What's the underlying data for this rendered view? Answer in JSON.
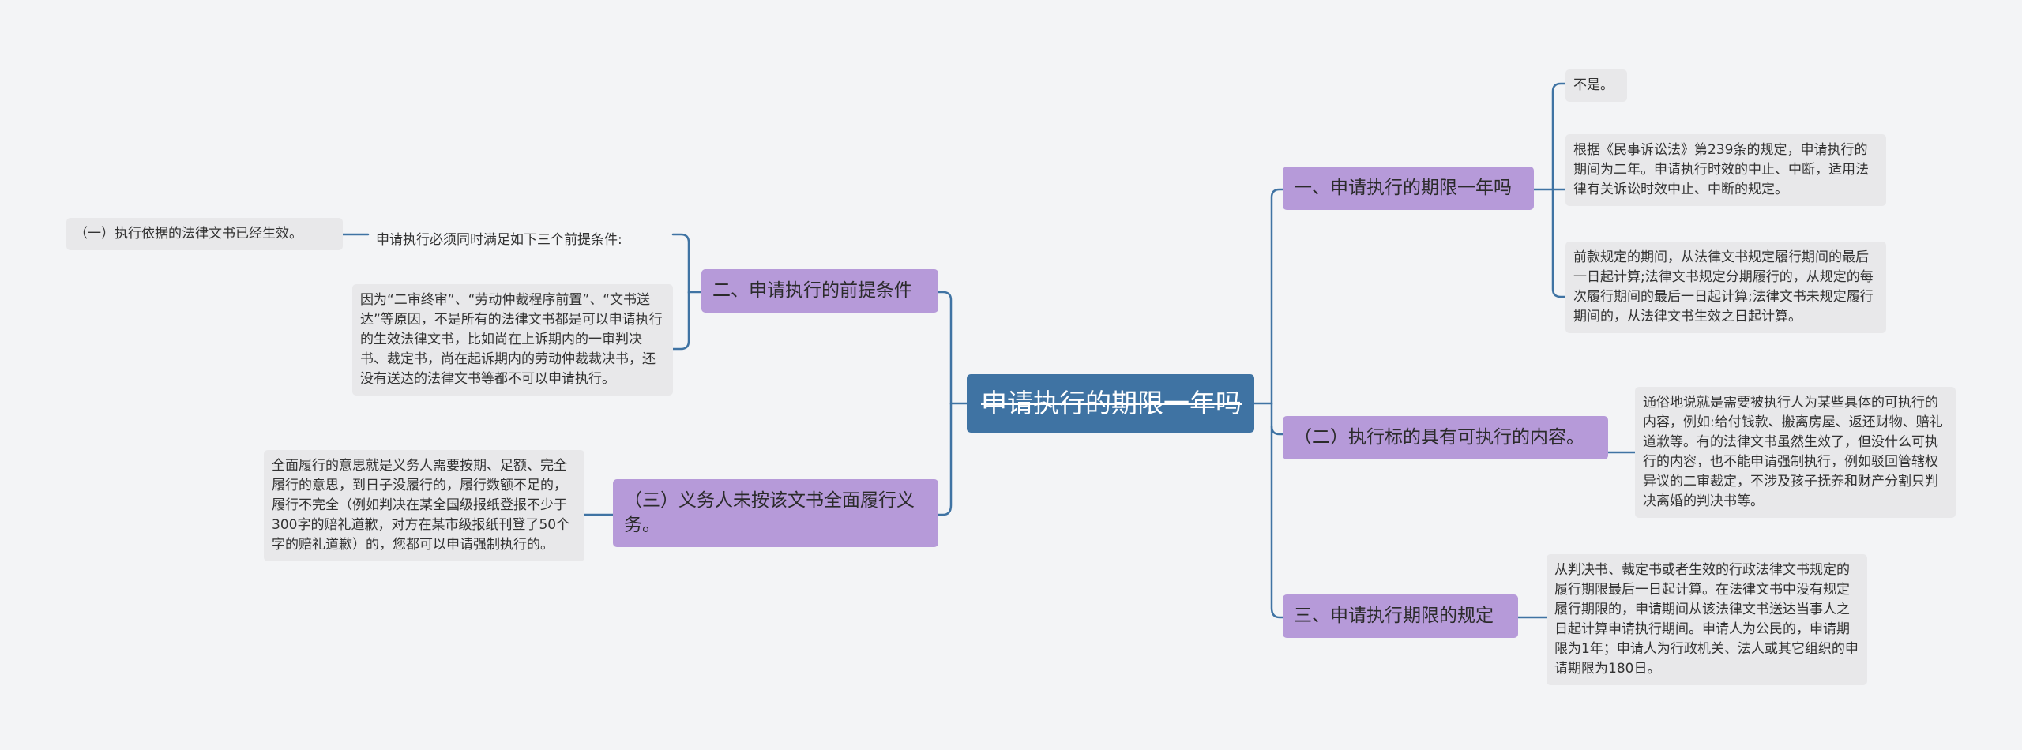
{
  "root": {
    "label": "申请执行的期限一年吗"
  },
  "branches": {
    "b1": "一、申请执行的期限一年吗",
    "b2": "二、申请执行的前提条件",
    "b3": "（三）义务人未按该文书全面履行义务。",
    "b4": "（二）执行标的具有可执行的内容。",
    "b5": "三、申请执行期限的规定"
  },
  "leaves": {
    "l1": "不是。",
    "l2": "根据《民事诉讼法》第239条的规定，申请执行的期间为二年。申请执行时效的中止、中断，适用法律有关诉讼时效中止、中断的规定。",
    "l3": "前款规定的期间，从法律文书规定履行期间的最后一日起计算;法律文书规定分期履行的，从规定的每次履行期间的最后一日起计算;法律文书未规定履行期间的，从法律文书生效之日起计算。",
    "l4": "申请执行必须同时满足如下三个前提条件:",
    "l4a": "（一）执行依据的法律文书已经生效。",
    "l5": "因为“二审终审”、“劳动仲裁程序前置”、“文书送达”等原因，不是所有的法律文书都是可以申请执行的生效法律文书，比如尚在上诉期内的一审判决书、裁定书，尚在起诉期内的劳动仲裁裁决书，还没有送达的法律文书等都不可以申请执行。",
    "l6": "全面履行的意思就是义务人需要按期、足额、完全履行的意思，到日子没履行的，履行数额不足的，履行不完全（例如判决在某全国级报纸登报不少于300字的赔礼道歉，对方在某市级报纸刊登了50个字的赔礼道歉）的，您都可以申请强制执行的。",
    "l7": "通俗地说就是需要被执行人为某些具体的可执行的内容，例如:给付钱款、搬离房屋、返还财物、赔礼道歉等。有的法律文书虽然生效了，但没什么可执行的内容，也不能申请强制执行，例如驳回管辖权异议的二审裁定，不涉及孩子抚养和财产分割只判决离婚的判决书等。",
    "l8": "从判决书、裁定书或者生效的行政法律文书规定的履行期限最后一日起计算。在法律文书中没有规定履行期限的，申请期间从该法律文书送达当事人之日起计算申请执行期间。申请人为公民的，申请期限为1年；申请人为行政机关、法人或其它组织的申请期限为180日。"
  },
  "colors": {
    "background": "#f3f4f6",
    "root": "#3f73a3",
    "branch": "#b69ad9",
    "leaf": "#e8e8ea",
    "connector": "#3f73a3"
  }
}
